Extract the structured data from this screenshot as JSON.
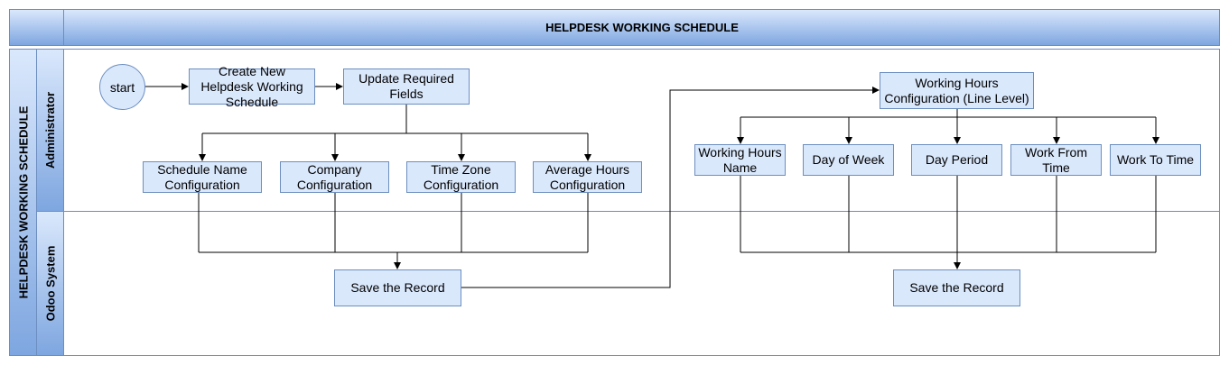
{
  "diagram": {
    "title": "HELPDESK WORKING SCHEDULE",
    "pool_label": "HELPDESK WORKING SCHEDULE",
    "lanes": {
      "administrator": "Administrator",
      "odoo_system": "Odoo System"
    },
    "nodes": {
      "start": "start",
      "create_schedule": "Create New Helpdesk Working Schedule",
      "update_fields": "Update Required Fields",
      "schedule_name": "Schedule Name Configuration",
      "company": "Company Configuration",
      "time_zone": "Time Zone Configuration",
      "average_hours": "Average Hours Configuration",
      "save_record_1": "Save the Record",
      "working_hours_config": "Working Hours Configuration (Line Level)",
      "working_hours_name": "Working Hours Name",
      "day_of_week": "Day of Week",
      "day_period": "Day Period",
      "work_from_time": "Work From Time",
      "work_to_time": "Work To Time",
      "save_record_2": "Save the Record"
    },
    "colors": {
      "box_fill": "#dae8fc",
      "box_stroke": "#6c8ebf",
      "header_gradient_end": "#7ea6e0"
    }
  }
}
